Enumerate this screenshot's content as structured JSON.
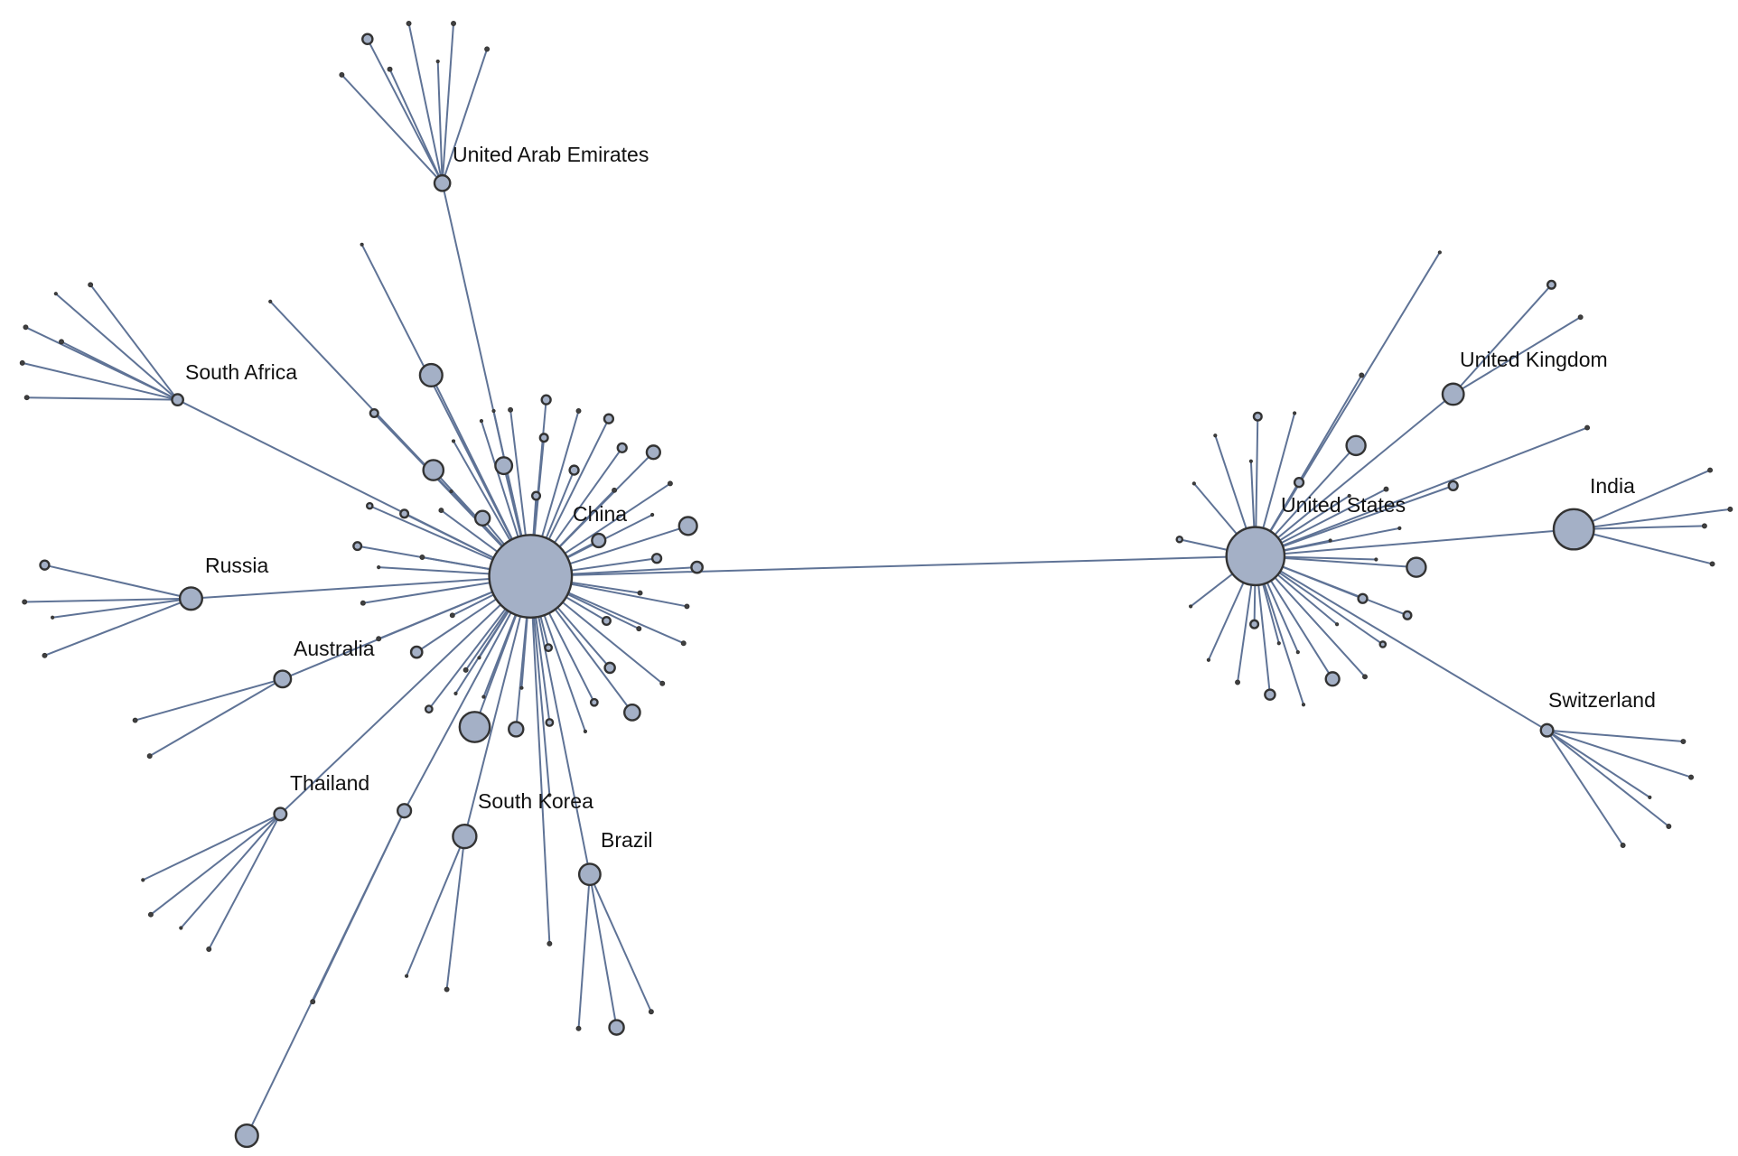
{
  "diagram": {
    "type": "network",
    "colors": {
      "edge": "#5f7396",
      "node_fill": "#a4b0c6",
      "node_stroke": "#333333",
      "label": "#111111"
    }
  },
  "labels": {
    "china": "China",
    "united_states": "United States",
    "united_arab_emirates": "United Arab Emirates",
    "south_africa": "South Africa",
    "russia": "Russia",
    "australia": "Australia",
    "thailand": "Thailand",
    "south_korea": "South Korea",
    "brazil": "Brazil",
    "united_kingdom": "United Kingdom",
    "india": "India",
    "switzerland": "Switzerland"
  }
}
